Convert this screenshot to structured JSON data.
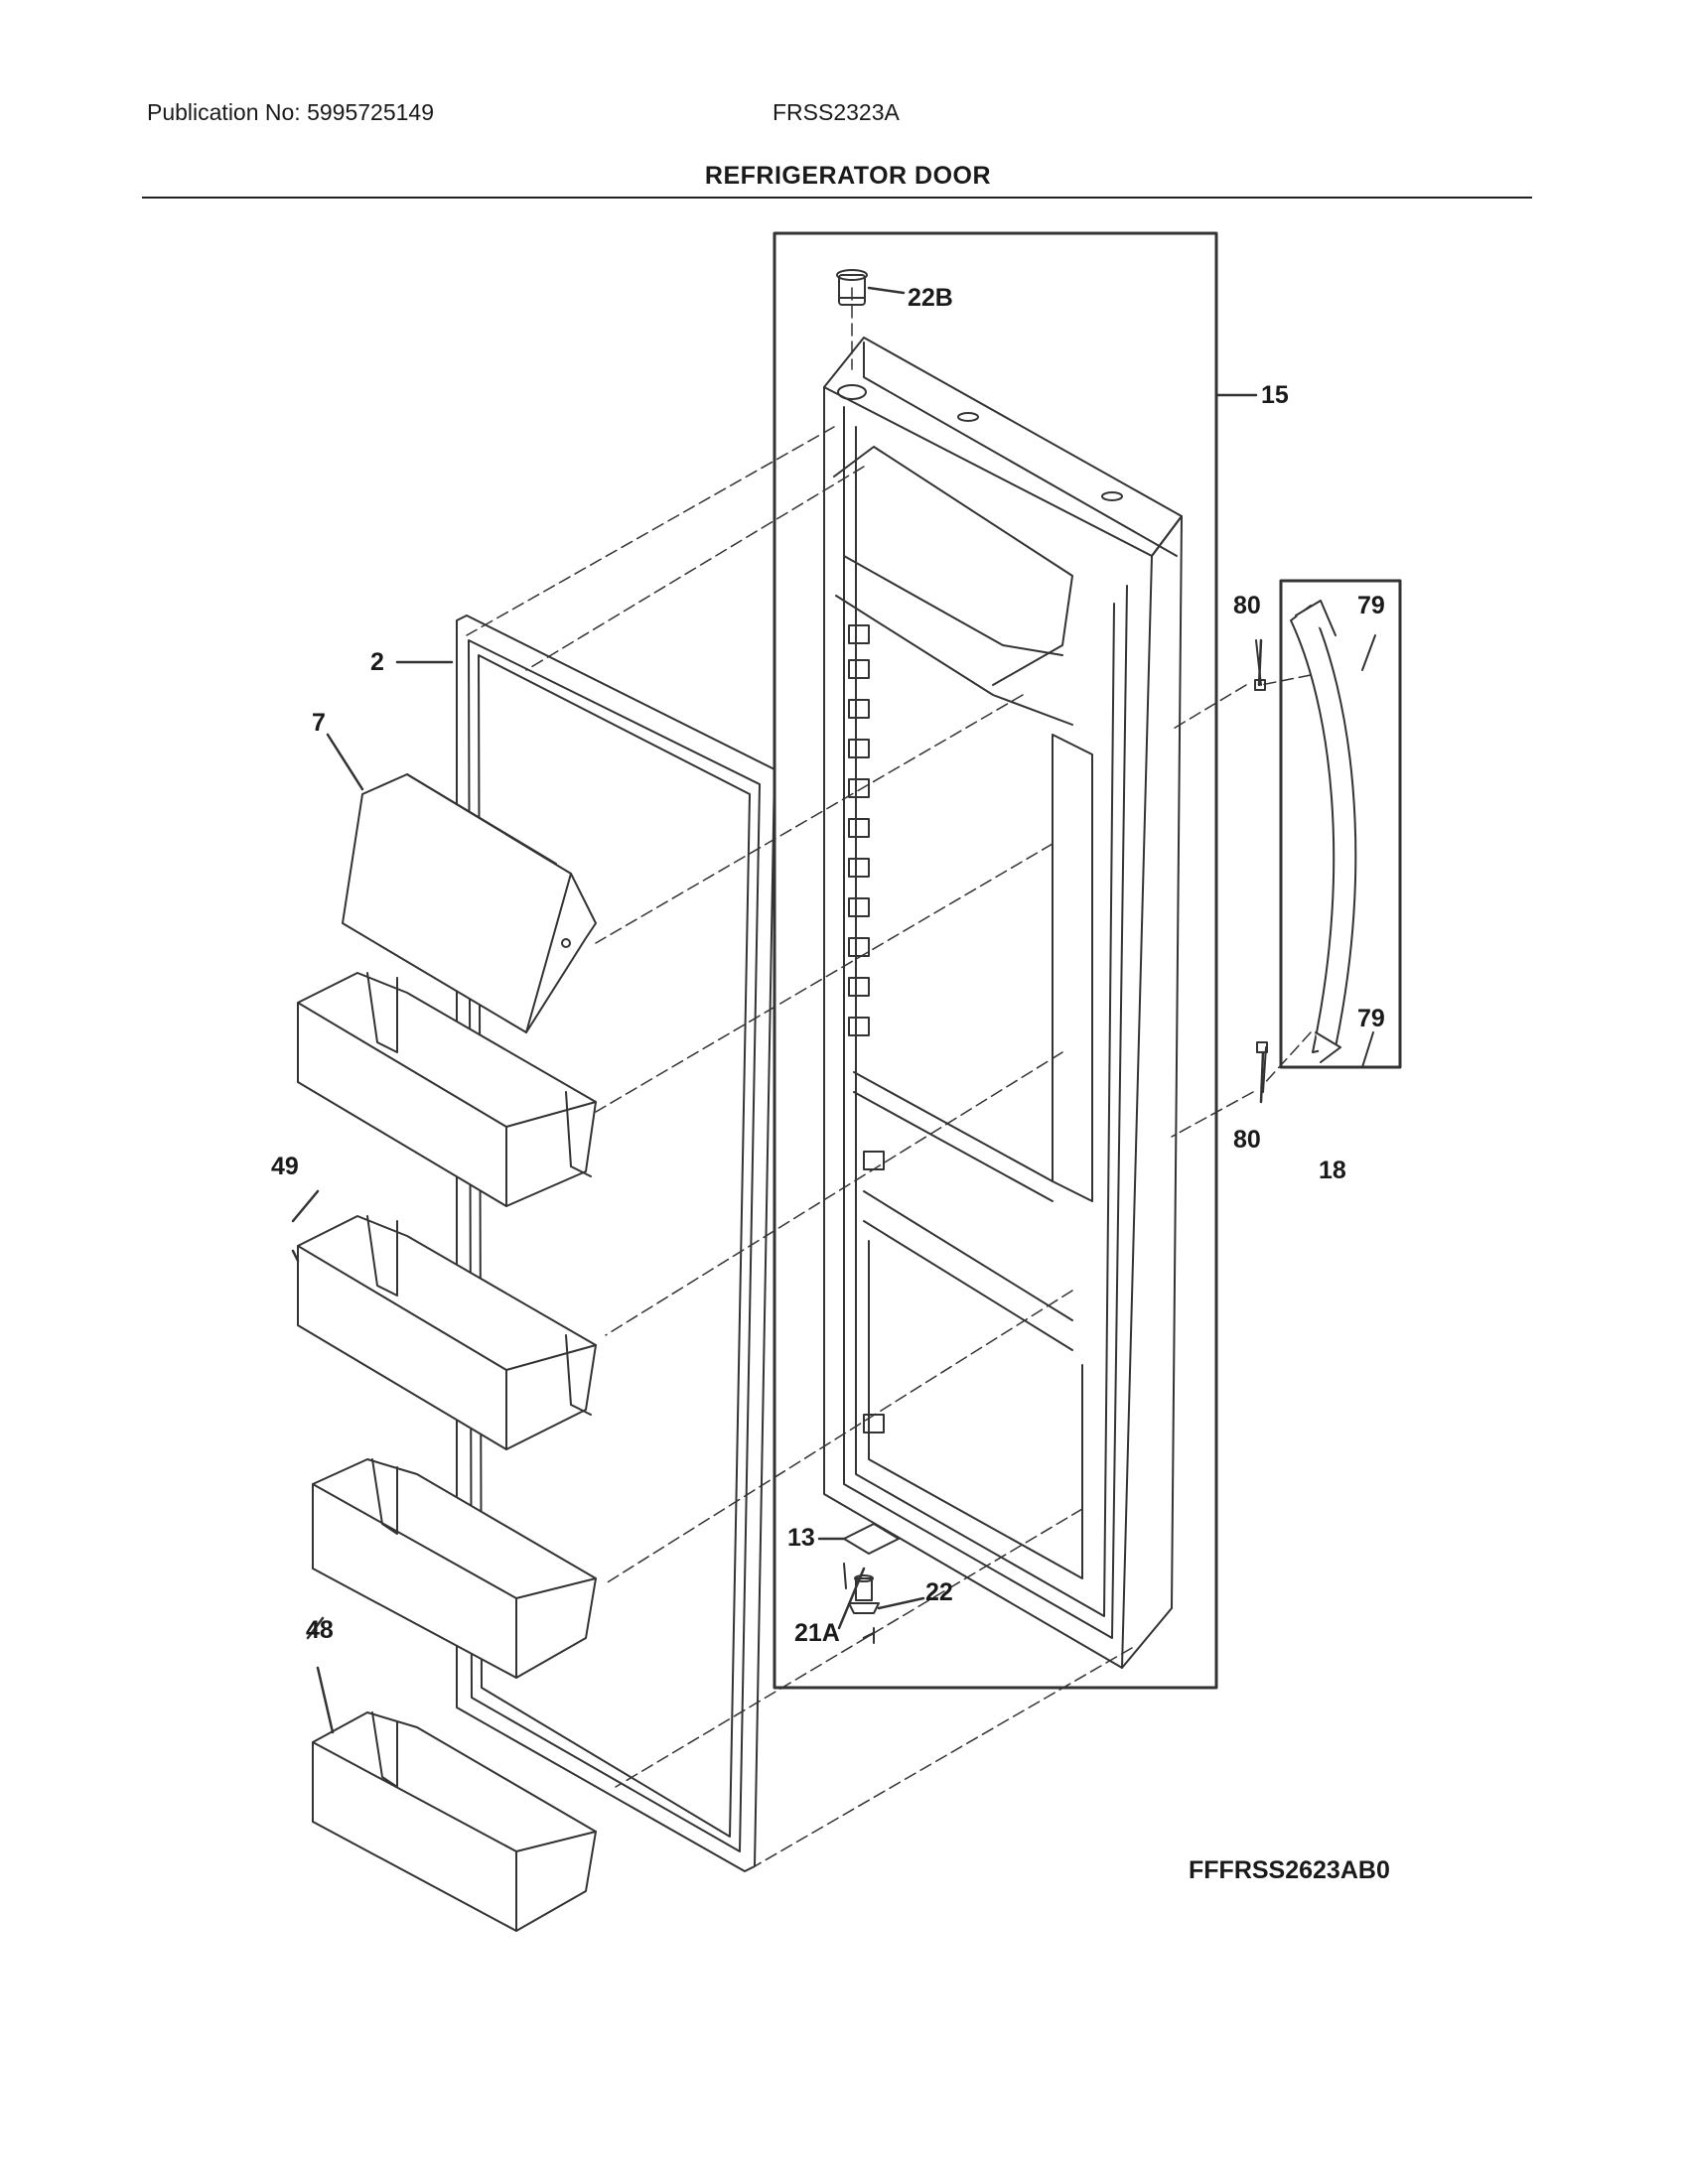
{
  "header": {
    "publication": "Publication No: 5995725149",
    "model": "FRSS2323A",
    "section_title": "REFRIGERATOR DOOR"
  },
  "callouts": [
    {
      "id": "c22b",
      "label": "22B"
    },
    {
      "id": "c15",
      "label": "15"
    },
    {
      "id": "c2",
      "label": "2"
    },
    {
      "id": "c7",
      "label": "7"
    },
    {
      "id": "c80a",
      "label": "80"
    },
    {
      "id": "c79a",
      "label": "79"
    },
    {
      "id": "c79b",
      "label": "79"
    },
    {
      "id": "c80b",
      "label": "80"
    },
    {
      "id": "c18",
      "label": "18"
    },
    {
      "id": "c49",
      "label": "49"
    },
    {
      "id": "c48",
      "label": "48"
    },
    {
      "id": "c13",
      "label": "13"
    },
    {
      "id": "c22",
      "label": "22"
    },
    {
      "id": "c21a",
      "label": "21A"
    }
  ],
  "footer": {
    "drawing_code": "FFFRSS2623AB0"
  }
}
